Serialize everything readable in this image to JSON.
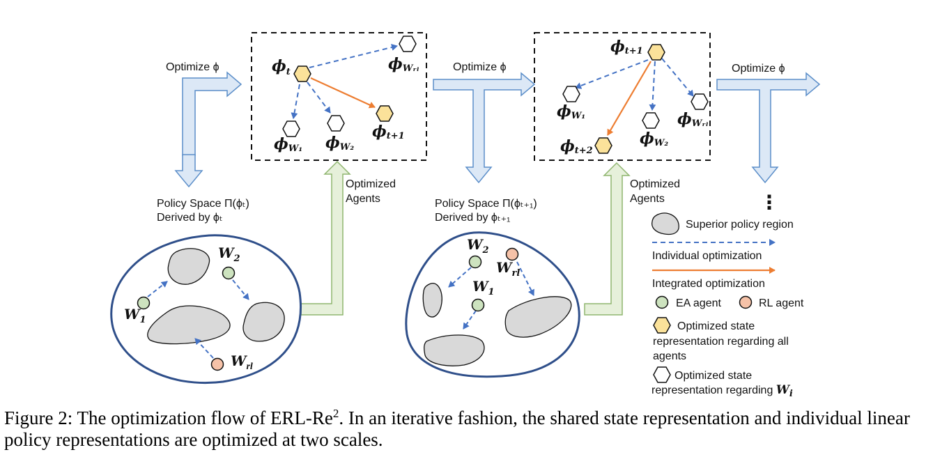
{
  "labels": {
    "optimize_1": "Optimize ϕ",
    "optimize_2": "Optimize ϕ",
    "optimize_3": "Optimize ϕ",
    "policy_space_1_line1": "Policy Space Π(ϕₜ)",
    "policy_space_1_line2": "Derived by ϕₜ",
    "policy_space_2_line1": "Policy Space Π(ϕₜ₊₁)",
    "policy_space_2_line2": "Derived by ϕₜ₊₁",
    "optimized_agents_1_line1": "Optimized",
    "optimized_agents_1_line2": "Agents",
    "optimized_agents_2_line1": "Optimized",
    "optimized_agents_2_line2": "Agents",
    "ellipsis": "⋮"
  },
  "box1": {
    "phi_t": "ϕ",
    "phi_t_sub": "t",
    "phi_t1": "ϕ",
    "phi_t1_sub": "t+1",
    "phi_w1": "ϕ",
    "phi_w1_sub": "W₁",
    "phi_w2": "ϕ",
    "phi_w2_sub": "W₂",
    "phi_wrl": "ϕ",
    "phi_wrl_sub": "Wᵣₗ"
  },
  "box2": {
    "phi_t1": "ϕ",
    "phi_t1_sub": "t+1",
    "phi_t2": "ϕ",
    "phi_t2_sub": "t+2",
    "phi_w1": "ϕ",
    "phi_w1_sub": "W₁",
    "phi_w2": "ϕ",
    "phi_w2_sub": "W₂",
    "phi_wrl": "ϕ",
    "phi_wrl_sub": "Wᵣₗ"
  },
  "space1": {
    "w1": "W",
    "w1_sub": "1",
    "w2": "W",
    "w2_sub": "2",
    "wrl": "W",
    "wrl_sub": "rl"
  },
  "space2": {
    "w1": "W",
    "w1_sub": "1",
    "w2": "W",
    "w2_sub": "2",
    "wrl": "W",
    "wrl_sub": "rl"
  },
  "legend": {
    "superior_region": "Superior policy region",
    "individual_opt": "Individual optimization",
    "integrated_opt": "Integrated optimization",
    "ea_agent": "EA agent",
    "rl_agent": "RL agent",
    "opt_all_line1": "Optimized state",
    "opt_all_line2": "representation regarding all",
    "opt_all_line3": "agents",
    "opt_wi_line1": "Optimized state",
    "opt_wi_line2": "representation regarding ",
    "opt_wi_var": "W",
    "opt_wi_sub": "i"
  },
  "caption": {
    "line_a": "Figure 2: The optimization flow of ERL-Re",
    "superscript": "2",
    "line_b": ". In an iterative fashion, the shared state representation and individual linear policy representations are optimized at two scales."
  },
  "colors": {
    "ea_agent": "#cde3bf",
    "rl_agent": "#f6c2a8",
    "hex_optimized": "#fbe29a",
    "blue_arrow": "#4472c4",
    "orange_arrow": "#ed7d31",
    "ellipse_stroke": "#2f4f8a",
    "region_fill": "#d9d9d9",
    "flow_arrow_blue_fill": "#dce8f6",
    "flow_arrow_green_fill": "#e6f0da"
  }
}
